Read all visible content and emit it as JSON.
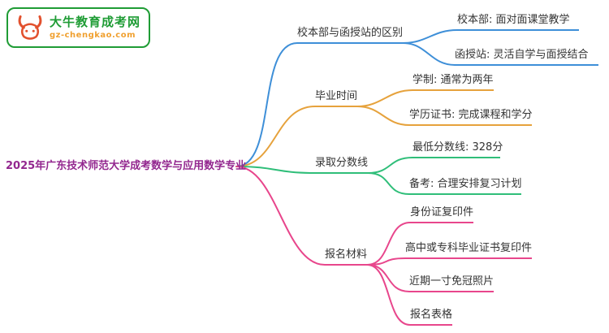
{
  "logo": {
    "title": "大牛教育成考网",
    "subtitle": "gz-chengkao.com",
    "brand_green": "#1F9C35",
    "brand_orange": "#F0A02F",
    "bull_red": "#E2512E"
  },
  "root": {
    "label": "2025年广东技术师范大学成考数学与应用数学专业",
    "color": "#93278F"
  },
  "branches": [
    {
      "label": "校本部与函授站的区别",
      "color": "#3E8FD8",
      "children": [
        {
          "label": "校本部: 面对面课堂教学"
        },
        {
          "label": "函授站: 灵活自学与面授结合"
        }
      ]
    },
    {
      "label": "毕业时间",
      "color": "#E6A23C",
      "children": [
        {
          "label": "学制: 通常为两年"
        },
        {
          "label": "学历证书: 完成课程和学分"
        }
      ]
    },
    {
      "label": "录取分数线",
      "color": "#2FBE79",
      "children": [
        {
          "label": "最低分数线: 328分"
        },
        {
          "label": "备考: 合理安排复习计划"
        }
      ]
    },
    {
      "label": "报名材料",
      "color": "#E8468C",
      "children": [
        {
          "label": "身份证复印件"
        },
        {
          "label": "高中或专科毕业证书复印件"
        },
        {
          "label": "近期一寸免冠照片"
        },
        {
          "label": "报名表格"
        }
      ]
    }
  ]
}
